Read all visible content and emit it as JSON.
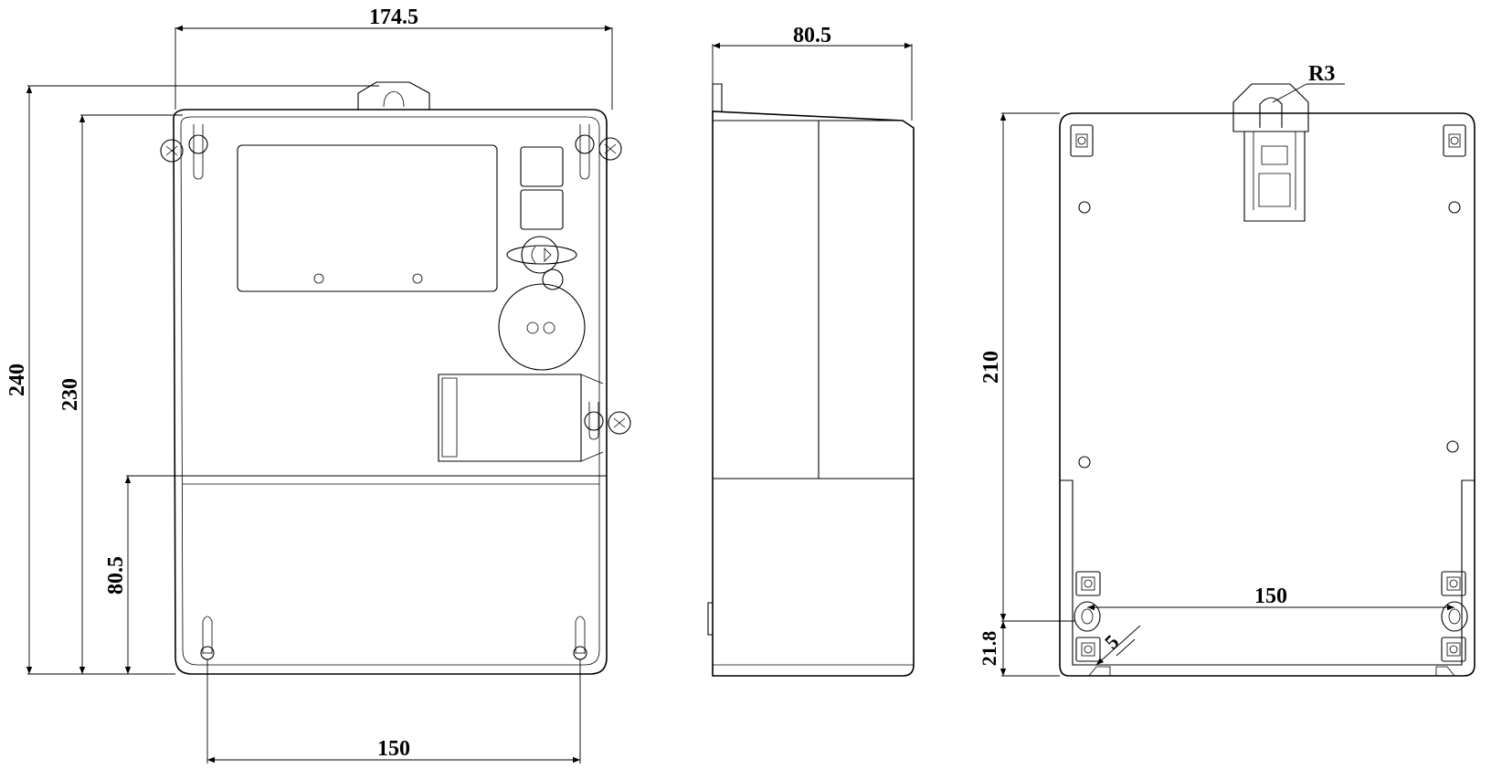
{
  "front_view": {
    "dims": {
      "top_width": "174.5",
      "outer_height": "240",
      "body_height": "230",
      "lower_section": "80.5",
      "bottom_spacing": "150"
    }
  },
  "side_view": {
    "dims": {
      "depth": "80.5"
    }
  },
  "rear_view": {
    "dims": {
      "hook_radius": "R3",
      "height": "210",
      "hole_spacing": "150",
      "bottom_offset": "21.8",
      "slot_width": "5"
    }
  }
}
